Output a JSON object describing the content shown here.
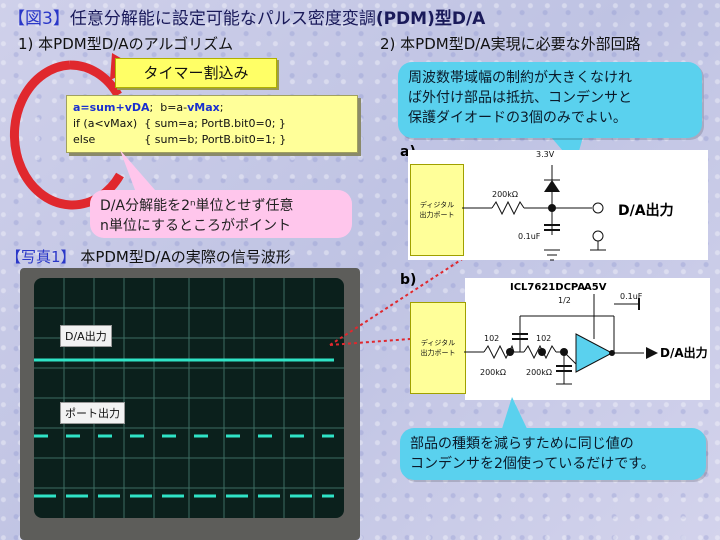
{
  "title": {
    "prefix": "【図3】",
    "text_normal": "任意分解能に設定可能なパルス密度変調",
    "text_bold": "(PDM)型D/A"
  },
  "left_heading": "1) 本PDM型D/Aのアルゴリズム",
  "right_heading": "2) 本PDM型D/A実現に必要な外部回路",
  "timer_label": "タイマー割込み",
  "code": {
    "line1": "a=sum+vDA;  b=a-vMax;",
    "line2": "if (a<vMax)  { sum=a; PortB.bit0=0; }",
    "line3": "else              { sum=b; PortB.bit0=1; }"
  },
  "callout_top_right": {
    "line1": "周波数帯域幅の制約が大きくなけれ",
    "line2": "ば外付け部品は抵抗、コンデンサと",
    "line3": "保護ダイオードの3個のみでよい。"
  },
  "callout_pink": {
    "line1": "D/A分解能を2ⁿ単位とせず任意",
    "line2": "n単位にするところがポイント"
  },
  "photo_caption": {
    "prefix": "【写真1】",
    "text": "本PDM型D/Aの実際の信号波形"
  },
  "scope_labels": {
    "da": "D/A出力",
    "port": "ポート出力"
  },
  "circuit_a": {
    "label": "a)",
    "port_line1": "ディジタル",
    "port_line2": "出力ポート",
    "resistor": "200kΩ",
    "voltage": "3.3V",
    "capacitor": "0.1uF",
    "output": "D/A出力"
  },
  "circuit_b": {
    "label": "b)",
    "chip": "ICL7621DCPA",
    "supply": "A5V",
    "half": "1/2",
    "cap": "0.1uF",
    "port_line1": "ディジタル",
    "port_line2": "出力ポート",
    "c1": "102",
    "c2": "102",
    "r1": "200kΩ",
    "r2": "200kΩ",
    "output": "D/A出力"
  },
  "callout_bottom_right": {
    "line1": "部品の種類を減らすために同じ値の",
    "line2": "コンデンサを2個使っているだけです。"
  }
}
